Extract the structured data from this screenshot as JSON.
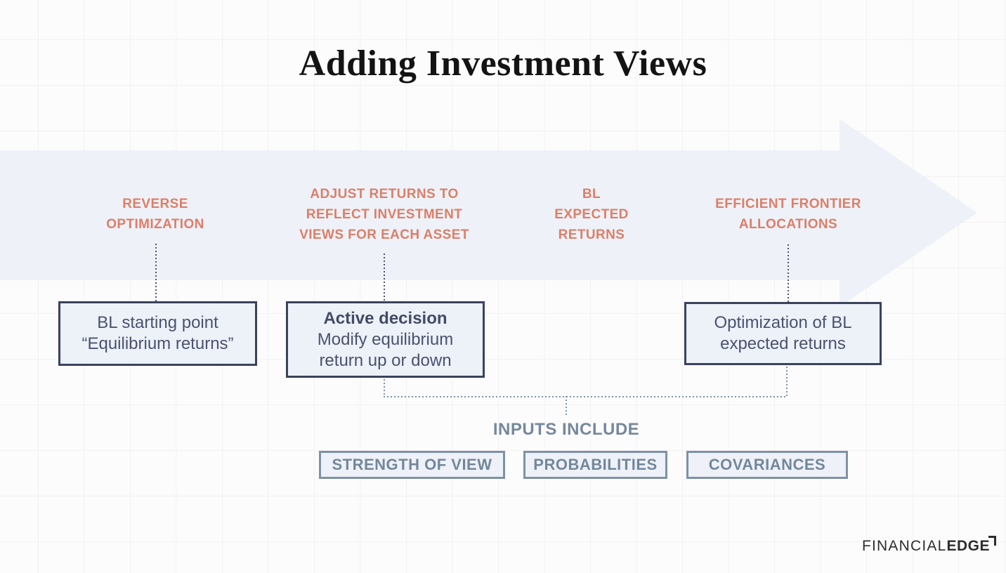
{
  "title": "Adding Investment Views",
  "stages": [
    {
      "label": "REVERSE\nOPTIMIZATION"
    },
    {
      "label": "ADJUST RETURNS TO\nREFLECT INVESTMENT\nVIEWS FOR EACH ASSET"
    },
    {
      "label": "BL\nEXPECTED\nRETURNS"
    },
    {
      "label": "EFFICIENT FRONTIER\nALLOCATIONS"
    }
  ],
  "boxes": {
    "bl_start": {
      "line1": "BL starting point",
      "line2": "“Equilibrium returns”"
    },
    "active_decision": {
      "title": "Active decision",
      "body": "Modify equilibrium\nreturn up or down"
    },
    "optimization": {
      "body": "Optimization of BL\nexpected returns"
    }
  },
  "inputs": {
    "header": "INPUTS INCLUDE",
    "items": [
      "STRENGTH OF VIEW",
      "PROBABILITIES",
      "COVARIANCES"
    ]
  },
  "logo": {
    "part1": "FINANCIAL",
    "part2": "EDGE"
  },
  "colors": {
    "accent_salmon": "#DD7E68",
    "navy_text": "#4A5270",
    "navy_border": "#3A425E",
    "slate": "#7E92A6",
    "slate_text": "#75889D",
    "panel_fill": "#EEF2F8",
    "background": "#FCFCFC"
  }
}
